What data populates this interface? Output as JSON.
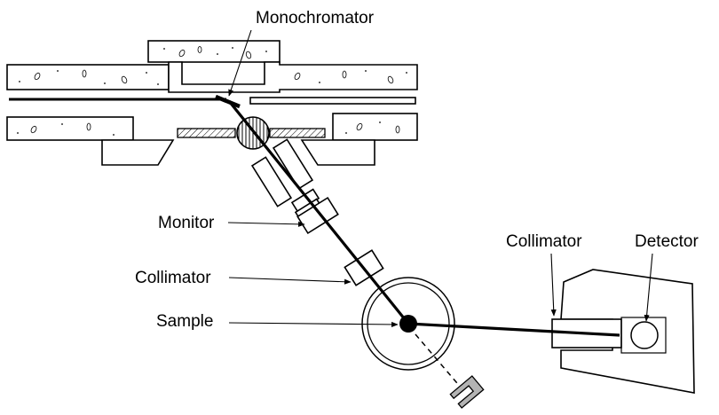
{
  "labels": {
    "monochromator": "Monochromator",
    "monitor": "Monitor",
    "collimator_left": "Collimator",
    "sample": "Sample",
    "collimator_right": "Collimator",
    "detector": "Detector"
  },
  "colors": {
    "line": "#000000",
    "background": "#ffffff",
    "beam_stop": "#b3b3b3"
  }
}
